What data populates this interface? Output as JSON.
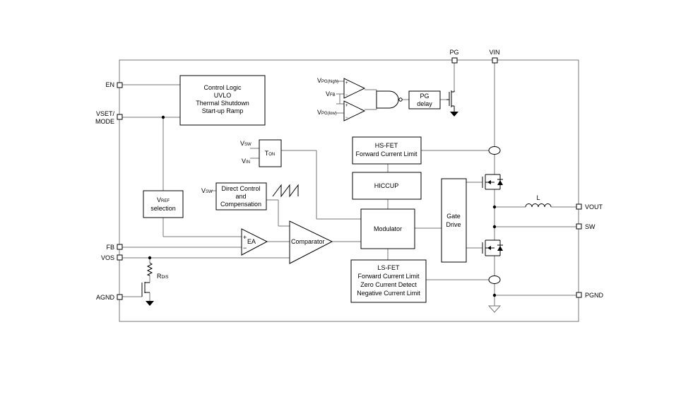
{
  "pins": {
    "en": "EN",
    "vset_line1": "VSET/",
    "vset_line2": "MODE",
    "fb": "FB",
    "vos": "VOS",
    "agnd": "AGND",
    "pg": "PG",
    "vin": "VIN",
    "vout": "VOUT",
    "sw": "SW",
    "pgnd": "PGND"
  },
  "blocks": {
    "control_logic": [
      "Control Logic",
      "UVLO",
      "Thermal Shutdown",
      "Start-up Ramp"
    ],
    "vref_selection": {
      "v": "V",
      "sub": "REF",
      "text": "selection"
    },
    "direct_control": [
      "Direct Control",
      "and",
      "Compensation"
    ],
    "ton": {
      "t": "T",
      "sub": "ON"
    },
    "hs_fet": [
      "HS-FET",
      "Forward Current Limit"
    ],
    "hiccup": "HICCUP",
    "modulator": "Modulator",
    "gate_drive": [
      "Gate",
      "Drive"
    ],
    "ls_fet": [
      "LS-FET",
      "Forward Current Limit",
      "Zero Current Detect",
      "Negative Current Limit"
    ],
    "ea": "EA",
    "comparator": "Comparator",
    "pg_delay": [
      "PG",
      "delay"
    ]
  },
  "signals": {
    "vpg_high": {
      "v": "V",
      "sub": "PG(high)"
    },
    "vfb": {
      "v": "V",
      "sub": "FB"
    },
    "vpg_low": {
      "v": "V",
      "sub": "PG(low)"
    },
    "vsw_ton": {
      "v": "V",
      "sub": "SW"
    },
    "vin_ton": {
      "v": "V",
      "sub": "IN"
    },
    "vsw_dc": {
      "v": "V",
      "sub": "SW"
    },
    "rdis": {
      "r": "R",
      "sub": "DIS"
    },
    "inductor": "L",
    "plus": "+",
    "minus": "−"
  }
}
